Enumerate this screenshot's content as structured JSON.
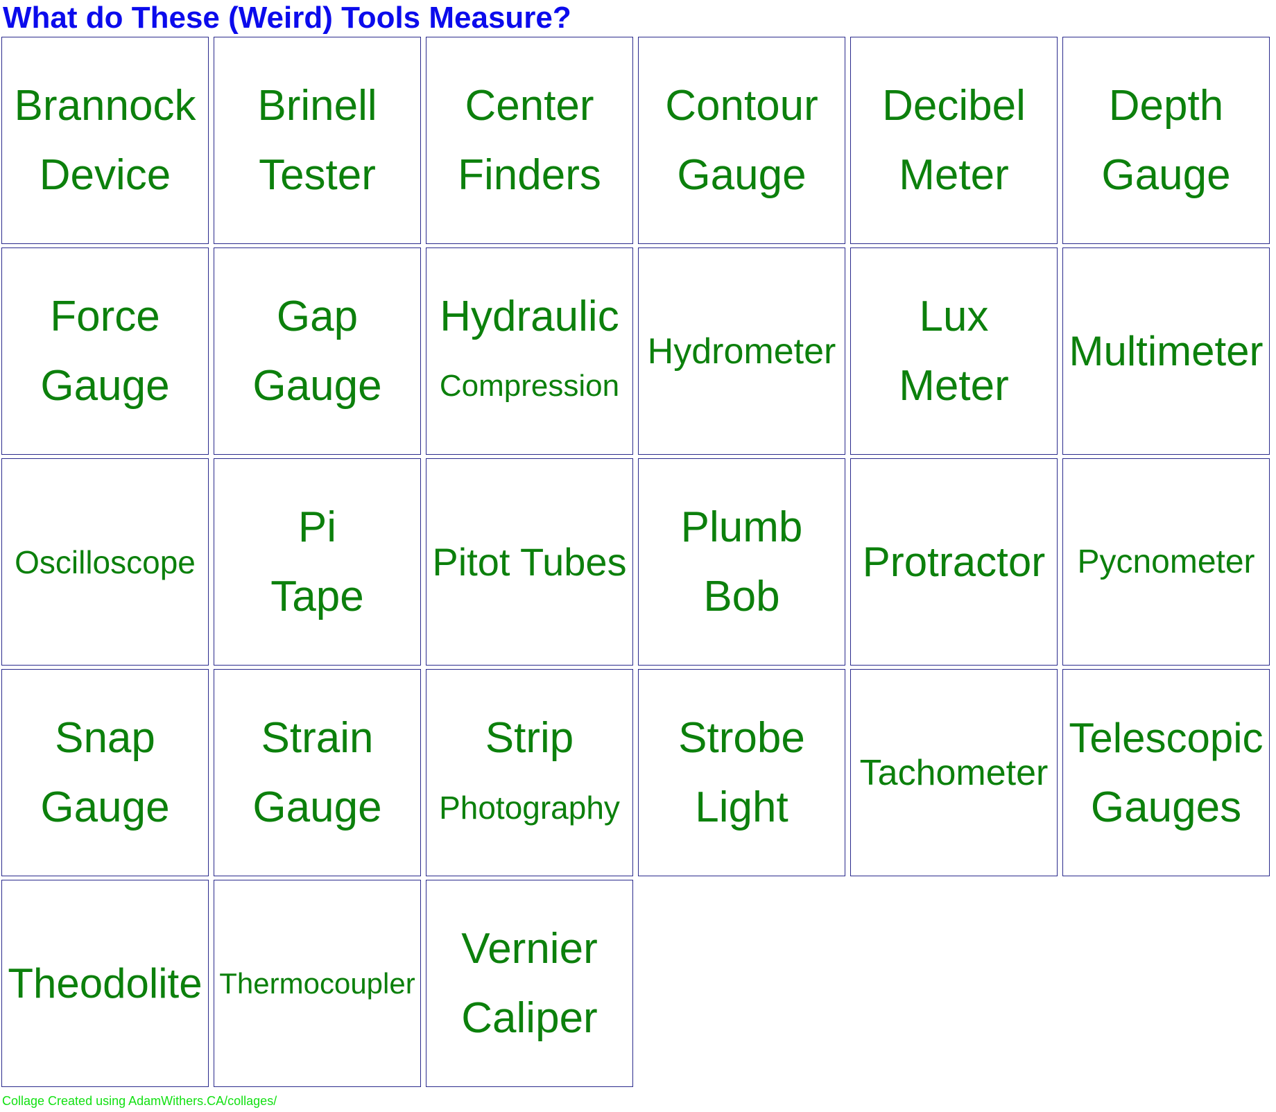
{
  "title": "What do These (Weird) Tools Measure?",
  "tiles": [
    {
      "lines": [
        "Brannock",
        "Device"
      ]
    },
    {
      "lines": [
        "Brinell",
        "Tester"
      ]
    },
    {
      "lines": [
        "Center",
        "Finders"
      ]
    },
    {
      "lines": [
        "Contour",
        "Gauge"
      ]
    },
    {
      "lines": [
        "Decibel",
        "Meter"
      ]
    },
    {
      "lines": [
        "Depth",
        "Gauge"
      ]
    },
    {
      "lines": [
        "Force",
        "Gauge"
      ]
    },
    {
      "lines": [
        "Gap",
        "Gauge"
      ]
    },
    {
      "lines": [
        "Hydraulic",
        "Compression"
      ]
    },
    {
      "lines": [
        "Hydrometer"
      ]
    },
    {
      "lines": [
        "Lux",
        "Meter"
      ]
    },
    {
      "lines": [
        "Multimeter"
      ]
    },
    {
      "lines": [
        "Oscilloscope"
      ]
    },
    {
      "lines": [
        "Pi",
        "Tape"
      ]
    },
    {
      "lines": [
        "Pitot Tubes"
      ]
    },
    {
      "lines": [
        "Plumb",
        "Bob"
      ]
    },
    {
      "lines": [
        "Protractor"
      ]
    },
    {
      "lines": [
        "Pycnometer"
      ]
    },
    {
      "lines": [
        "Snap",
        "Gauge"
      ]
    },
    {
      "lines": [
        "Strain",
        "Gauge"
      ]
    },
    {
      "lines": [
        "Strip",
        "Photography"
      ]
    },
    {
      "lines": [
        "Strobe",
        "Light"
      ]
    },
    {
      "lines": [
        "Tachometer"
      ]
    },
    {
      "lines": [
        "Telescopic",
        "Gauges"
      ]
    },
    {
      "lines": [
        "Theodolite"
      ]
    },
    {
      "lines": [
        "Thermocoupler"
      ]
    },
    {
      "lines": [
        "Vernier",
        "Caliper"
      ]
    }
  ],
  "footer": "Collage Created using AdamWithers.CA/collages/",
  "colors": {
    "title": "#0b0bec",
    "tile_text": "#0c800c",
    "border": "#2a2a8c",
    "footer": "#12e012"
  }
}
